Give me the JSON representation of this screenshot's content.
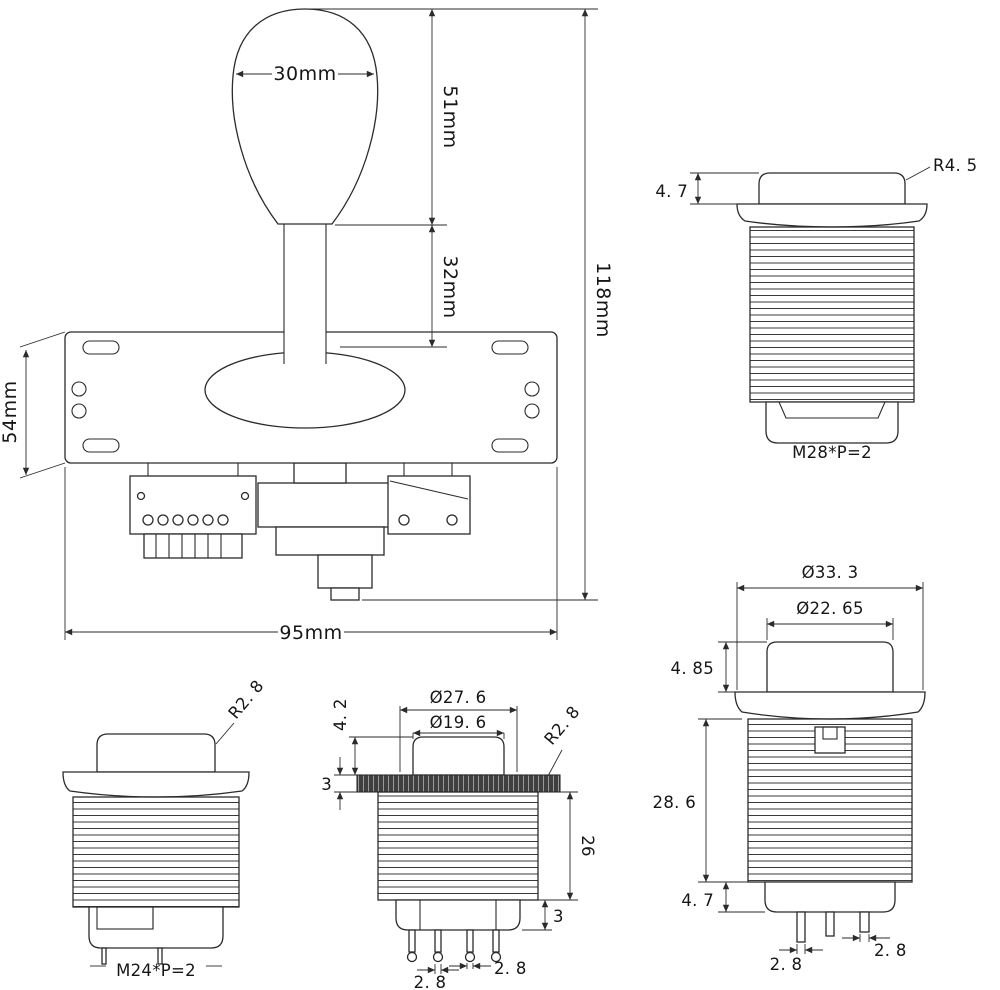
{
  "page": {
    "background": "#ffffff",
    "line_color": "#2b2b2b"
  },
  "joystick": {
    "ball_diameter": "30mm",
    "upper_height": "51mm",
    "shaft_height": "32mm",
    "total_height": "118mm",
    "plate_depth": "54mm",
    "plate_width": "95mm"
  },
  "button_m28": {
    "corner_radius": "R4. 5",
    "cap_height": "4. 7",
    "thread_spec": "M28*P=2"
  },
  "button_33": {
    "outer_diameter": "Ø33. 3",
    "plunger_diameter": "Ø22. 65",
    "cap_height": "4. 85",
    "body_height": "28. 6",
    "base_height": "4. 7",
    "terminal_width_a": "2. 8",
    "terminal_width_b": "2. 8"
  },
  "button_m24": {
    "corner_radius": "R2. 8",
    "thread_spec": "M24*P=2"
  },
  "button_27": {
    "cap_height": "4. 2",
    "outer_diameter": "Ø27. 6",
    "plunger_diameter": "Ø19. 6",
    "corner_radius": "R2. 8",
    "flange_height": "3",
    "body_height": "26",
    "base_height": "3",
    "terminal_width_a": "2. 8",
    "terminal_width_b": "2. 8"
  }
}
